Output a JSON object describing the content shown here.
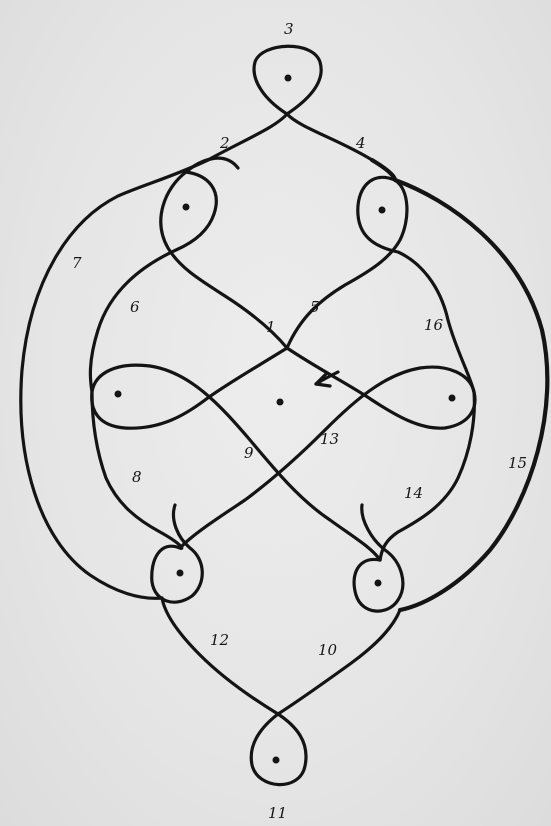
{
  "diagram": {
    "labels": {
      "n1": "1",
      "n2": "2",
      "n3": "3",
      "n4": "4",
      "n5": "5",
      "n6": "6",
      "n7": "7",
      "n8": "8",
      "n9": "9",
      "n10": "10",
      "n11": "11",
      "n12": "12",
      "n13": "13",
      "n14": "14",
      "n15": "15",
      "n16": "16"
    }
  },
  "colors": {
    "ink": "#141414",
    "paper": "#e6e6e6"
  }
}
